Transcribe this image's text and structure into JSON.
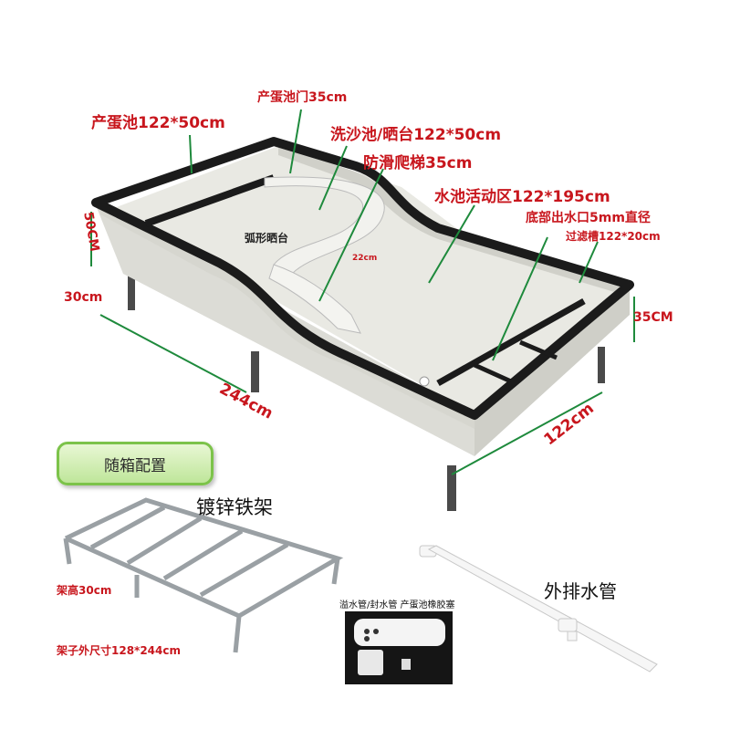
{
  "labels": {
    "egg_pool": "产蛋池122*50cm",
    "egg_door": "产蛋池门35cm",
    "sand_pool": "洗沙池/晒台122*50cm",
    "ladder": "防滑爬梯35cm",
    "activity_area": "水池活动区122*195cm",
    "drain": "底部出水口5mm直径",
    "filter": "过滤槽122*20cm",
    "arc_platform": "弧形晒台",
    "ladder_width": "22cm",
    "height_50": "50CM",
    "leg_30": "30cm",
    "length_244": "244cm",
    "width_122": "122cm",
    "height_35": "35CM"
  },
  "badge": "随箱配置",
  "frame": {
    "title": "镀锌铁架",
    "height": "架高30cm",
    "size": "架子外尺寸128*244cm"
  },
  "accessories": {
    "caption": "溢水管/封水管  产蛋池橡胶塞",
    "drain_pipe": "外排水管"
  },
  "colors": {
    "label_red": "#c8161d",
    "tank_body": "#e6e6e0",
    "rim": "#1b1b1b",
    "badge_green": "#7cc34a"
  }
}
